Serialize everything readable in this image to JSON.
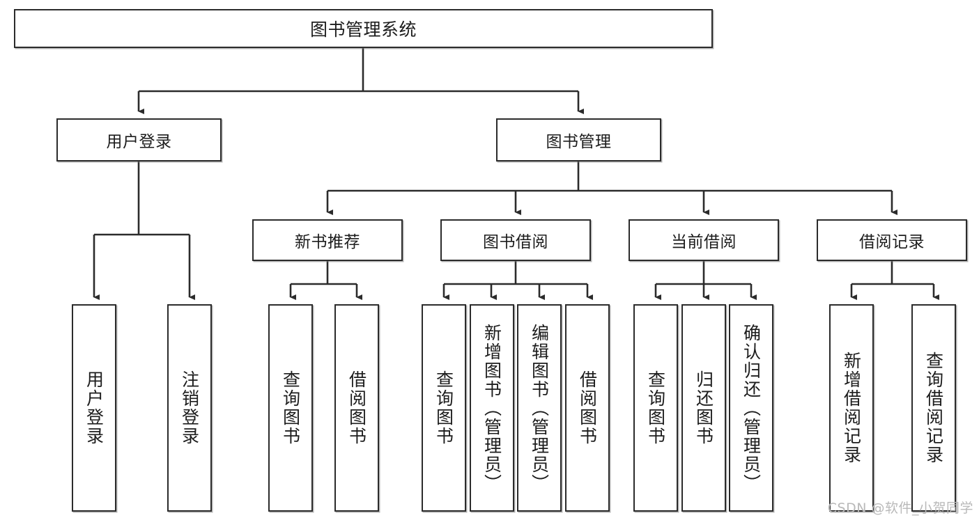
{
  "diagram": {
    "type": "tree-hierarchy",
    "title": "图书管理系统",
    "watermark": "CSDN @软件_小贺同学",
    "colors": {
      "stroke": "#2b2b2b",
      "fill": "#ffffff",
      "text": "#1c1c1c",
      "watermark": "#b9b9b9"
    },
    "nodes": {
      "root": {
        "label": "图书管理系统"
      },
      "level2": [
        {
          "id": "user-login",
          "label": "用户登录"
        },
        {
          "id": "book-admin",
          "label": "图书管理"
        }
      ],
      "level3": [
        {
          "id": "new-book-recommend",
          "label": "新书推荐"
        },
        {
          "id": "book-borrow",
          "label": "图书借阅"
        },
        {
          "id": "current-borrow",
          "label": "当前借阅"
        },
        {
          "id": "borrow-record",
          "label": "借阅记录"
        }
      ],
      "leaves": {
        "user-login": [
          {
            "id": "leaf-user-login",
            "label": "用户登录"
          },
          {
            "id": "leaf-user-logout",
            "label": "注销登录"
          }
        ],
        "new-book-recommend": [
          {
            "id": "leaf-query-book-1",
            "label": "查询图书"
          },
          {
            "id": "leaf-borrow-book-1",
            "label": "借阅图书"
          }
        ],
        "book-borrow": [
          {
            "id": "leaf-query-book-2",
            "label": "查询图书"
          },
          {
            "id": "leaf-add-book",
            "label": "新增图书（管理员）"
          },
          {
            "id": "leaf-edit-book",
            "label": "编辑图书（管理员）"
          },
          {
            "id": "leaf-borrow-book-2",
            "label": "借阅图书"
          }
        ],
        "current-borrow": [
          {
            "id": "leaf-query-book-3",
            "label": "查询图书"
          },
          {
            "id": "leaf-return-book",
            "label": "归还图书"
          },
          {
            "id": "leaf-confirm-return",
            "label": "确认归还（管理员）"
          }
        ],
        "borrow-record": [
          {
            "id": "leaf-add-record",
            "label": "新增借阅记录"
          },
          {
            "id": "leaf-query-record",
            "label": "查询借阅记录"
          }
        ]
      }
    }
  }
}
